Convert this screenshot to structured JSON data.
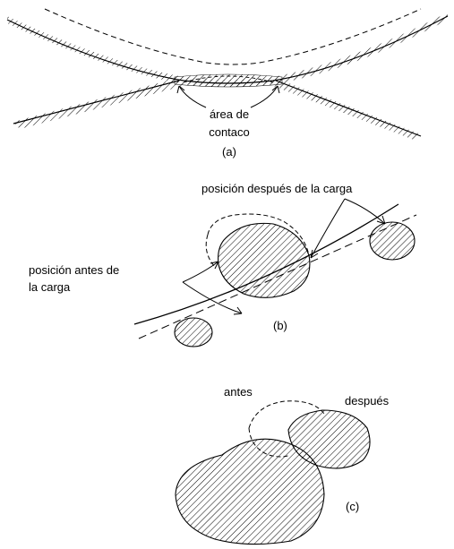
{
  "panel_a": {
    "label": "(a)",
    "contact_label_line1": "área de",
    "contact_label_line2": "contaco"
  },
  "panel_b": {
    "label": "(b)",
    "after_label": "posición después de la carga",
    "before_label_line1": "posición antes de",
    "before_label_line2": "la carga"
  },
  "panel_c": {
    "label": "(c)",
    "before_label": "antes",
    "after_label": "después"
  },
  "colors": {
    "line": "#000000",
    "hatch": "#000000",
    "background": "#ffffff"
  }
}
